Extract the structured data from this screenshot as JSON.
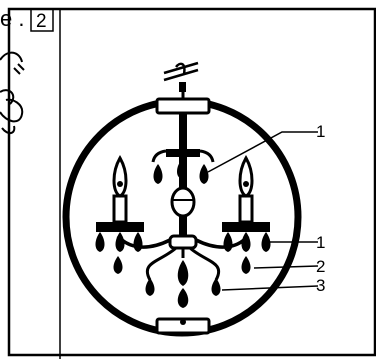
{
  "header": {
    "fragment_text": "e .",
    "step_number": "2"
  },
  "callouts": [
    "1",
    "1",
    "2",
    "3"
  ],
  "colors": {
    "ink": "#000000",
    "background": "#ffffff"
  },
  "icons": [
    "hand-holding-icon",
    "chandelier-illustration",
    "crystal-drop-icon",
    "candle-bulb-icon"
  ]
}
